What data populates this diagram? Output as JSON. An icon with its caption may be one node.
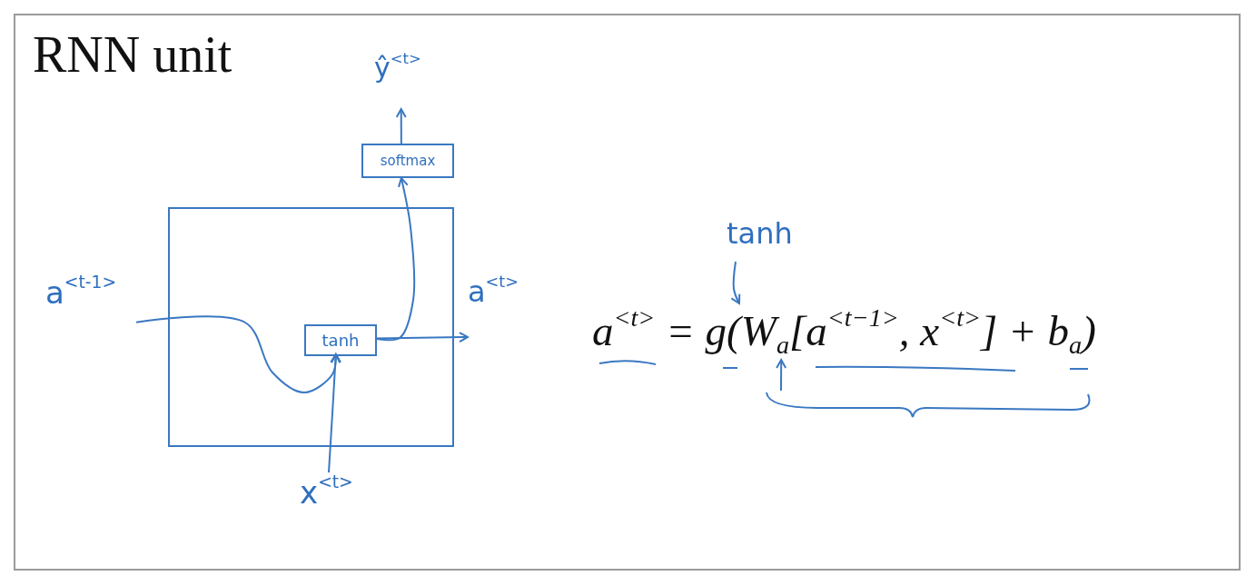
{
  "diagram": {
    "title": "RNN unit",
    "nodes": [
      {
        "text": [],
        "shape": "box"
      },
      {
        "text": [
          "tanh"
        ],
        "in": 0
      },
      {
        "text": [
          "softmax"
        ]
      },
      {
        "text": [
          "a$^{<t-1>}$"
        ]
      },
      {
        "text": [
          "a$^{<t>}$"
        ]
      },
      {
        "text": [
          "x$^{<t>}$"
        ]
      },
      {
        "text": [
          "ŷ$^{<t>}$"
        ]
      },
      {
        "text": [
          "tanh"
        ]
      },
      {
        "text": [
          "a$^{<t>}$ = g(W$_{a}$[a$^{<t−1>}$, x$^{<t>}$] + b$_{a}$)"
        ]
      },
      {
        "text": [],
        "shape": "brace"
      }
    ],
    "edges": [
      {
        "from": 3,
        "to": 1,
        "arrow": "to"
      },
      {
        "from": 5,
        "to": 1,
        "arrow": "to"
      },
      {
        "from": 1,
        "to": 4,
        "arrow": "to"
      },
      {
        "from": 1,
        "to": 2,
        "arrow": "to"
      },
      {
        "from": 2,
        "to": 6,
        "arrow": "to"
      },
      {
        "from": 7,
        "to": 8,
        "arrow": "to"
      },
      {
        "from": 9,
        "to": 8,
        "arrow": "to"
      }
    ]
  }
}
